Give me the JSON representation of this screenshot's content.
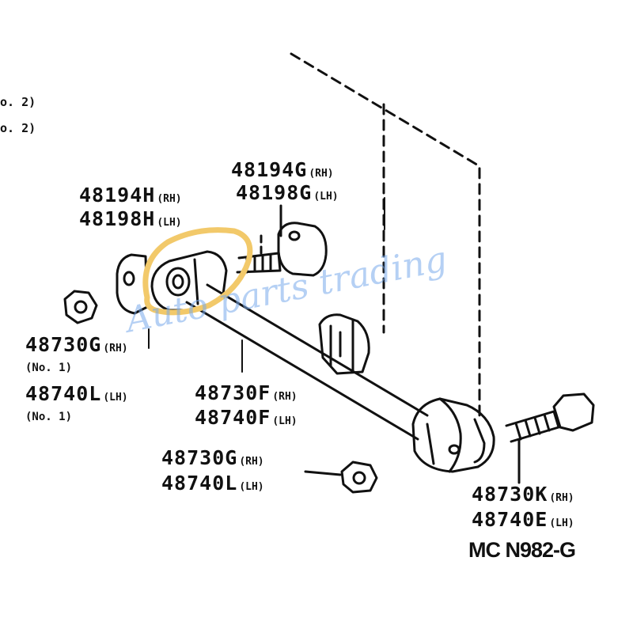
{
  "cutoff_labels": [
    "o. 2)",
    "o. 2)"
  ],
  "labels": {
    "l1": {
      "code": "48194G",
      "side": "(RH)"
    },
    "l2": {
      "code": "48198G",
      "side": "(LH)"
    },
    "l3": {
      "code": "48194H",
      "side": "(RH)"
    },
    "l4": {
      "code": "48198H",
      "side": "(LH)"
    },
    "l5": {
      "code": "48730G",
      "side": "(RH)"
    },
    "l5n": "(No. 1)",
    "l6": {
      "code": "48740L",
      "side": "(LH)"
    },
    "l6n": "(No. 1)",
    "l7": {
      "code": "48730F",
      "side": "(RH)"
    },
    "l8": {
      "code": "48740F",
      "side": "(LH)"
    },
    "l9": {
      "code": "48730G",
      "side": "(RH)"
    },
    "l10": {
      "code": "48740L",
      "side": "(LH)"
    },
    "l11": {
      "code": "48730K",
      "side": "(RH)"
    },
    "l12": {
      "code": "48740E",
      "side": "(LH)"
    }
  },
  "diagram_code": "MC N982-G",
  "watermark": "Auto parts trading",
  "colors": {
    "line": "#111111",
    "highlight": "#f2c96a",
    "watermark": "#78aaeb"
  }
}
